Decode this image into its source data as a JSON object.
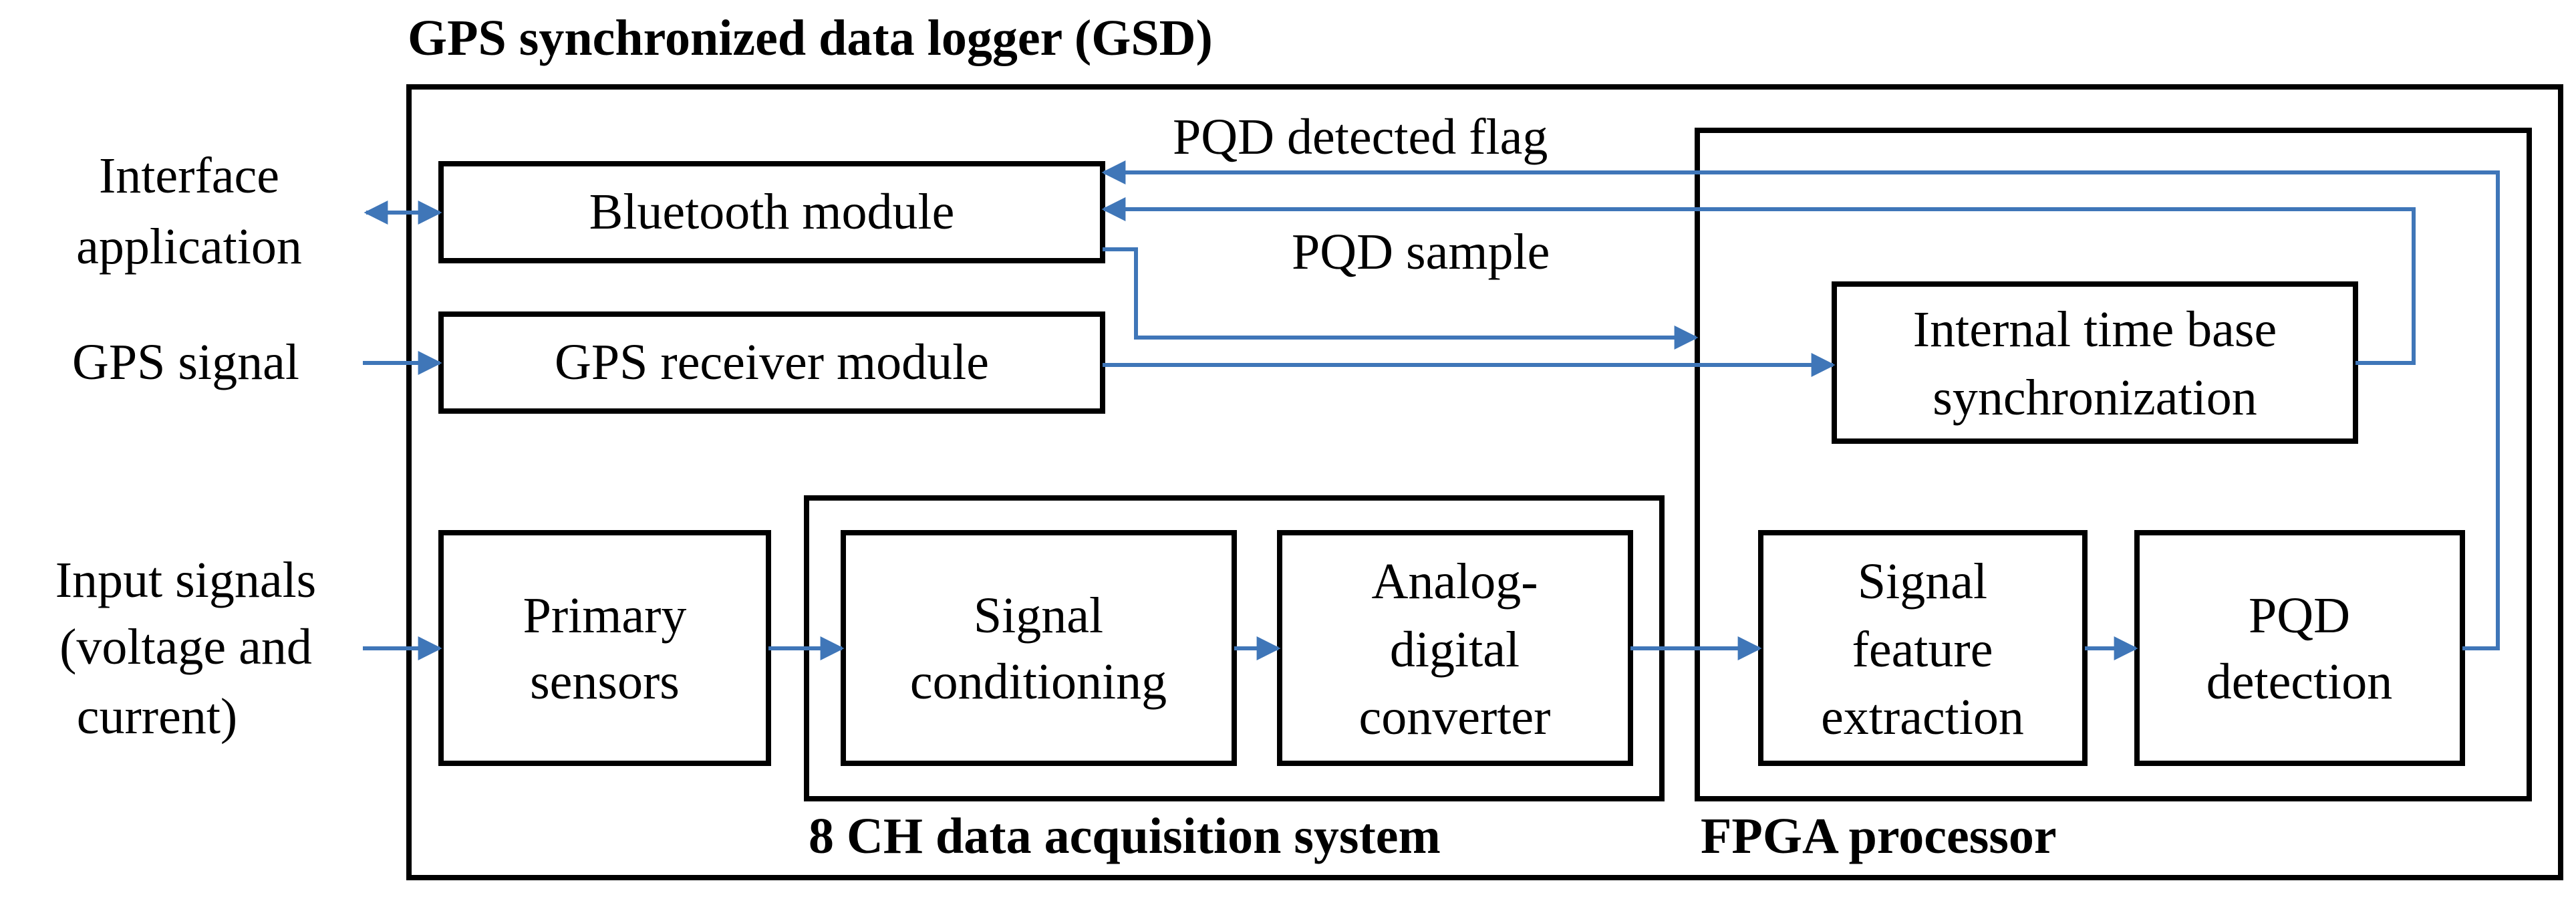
{
  "title": "GPS synchronized data logger (GSD)",
  "colors": {
    "arrow": "#3f76b8",
    "box": "#000000",
    "text": "#000000"
  },
  "external": {
    "interface_line1": "Interface",
    "interface_line2": "application",
    "gps_signal": "GPS signal",
    "input_line1": "Input signals",
    "input_line2": "(voltage and",
    "input_line3": "current)"
  },
  "blocks": {
    "bluetooth": "Bluetooth module",
    "gps_receiver": "GPS receiver module",
    "primary_line1": "Primary",
    "primary_line2": "sensors",
    "signal_cond_line1": "Signal",
    "signal_cond_line2": "conditioning",
    "adc_line1": "Analog-",
    "adc_line2": "digital",
    "adc_line3": "converter",
    "time_base_line1": "Internal time base",
    "time_base_line2": "synchronization",
    "feature_line1": "Signal",
    "feature_line2": "feature",
    "feature_line3": "extraction",
    "pqd_line1": "PQD",
    "pqd_line2": "detection"
  },
  "groups": {
    "daq": "8 CH data acquisition system",
    "fpga": "FPGA processor"
  },
  "flows": {
    "detected_flag": "PQD detected flag",
    "sample": "PQD sample"
  }
}
